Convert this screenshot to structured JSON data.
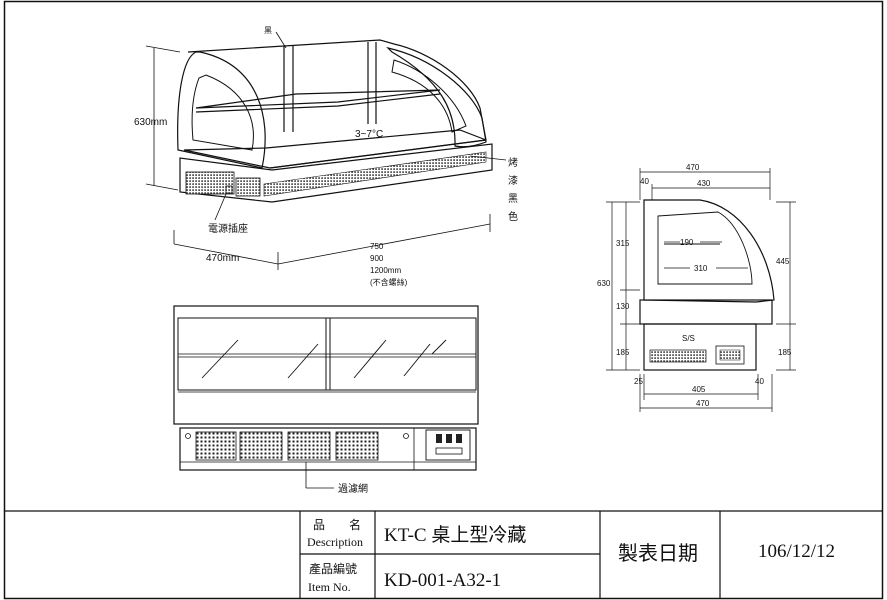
{
  "drawing": {
    "top_label": "黑",
    "height_label": "630mm",
    "temp_label": "3~7°C",
    "paint_label": [
      "烤",
      "漆",
      "黑",
      "色"
    ],
    "power_label": "電源插座",
    "depth_label": "470mm",
    "width_labels": [
      "750",
      "900",
      "1200mm",
      "(不含螺絲)"
    ],
    "filter_label": "過濾網",
    "side_view": {
      "top_470": "470",
      "top_40": "40",
      "top_430": "430",
      "shelf_190": "190",
      "shelf_310": "310",
      "h_315": "315",
      "h_630": "630",
      "h_130": "130",
      "h_185": "185",
      "h_445": "445",
      "h_185_right": "185",
      "base_label": "S/S",
      "bot_25": "25",
      "bot_405": "405",
      "bot_40": "40",
      "bot_470": "470"
    }
  },
  "title_block": {
    "desc_label_cn": "品　名",
    "desc_label_en": "Description",
    "desc_value": "KT-C 桌上型冷藏",
    "item_label_cn": "產品編號",
    "item_label_en": "Item No.",
    "item_value": "KD-001-A32-1",
    "date_label": "製表日期",
    "date_value": "106/12/12"
  }
}
